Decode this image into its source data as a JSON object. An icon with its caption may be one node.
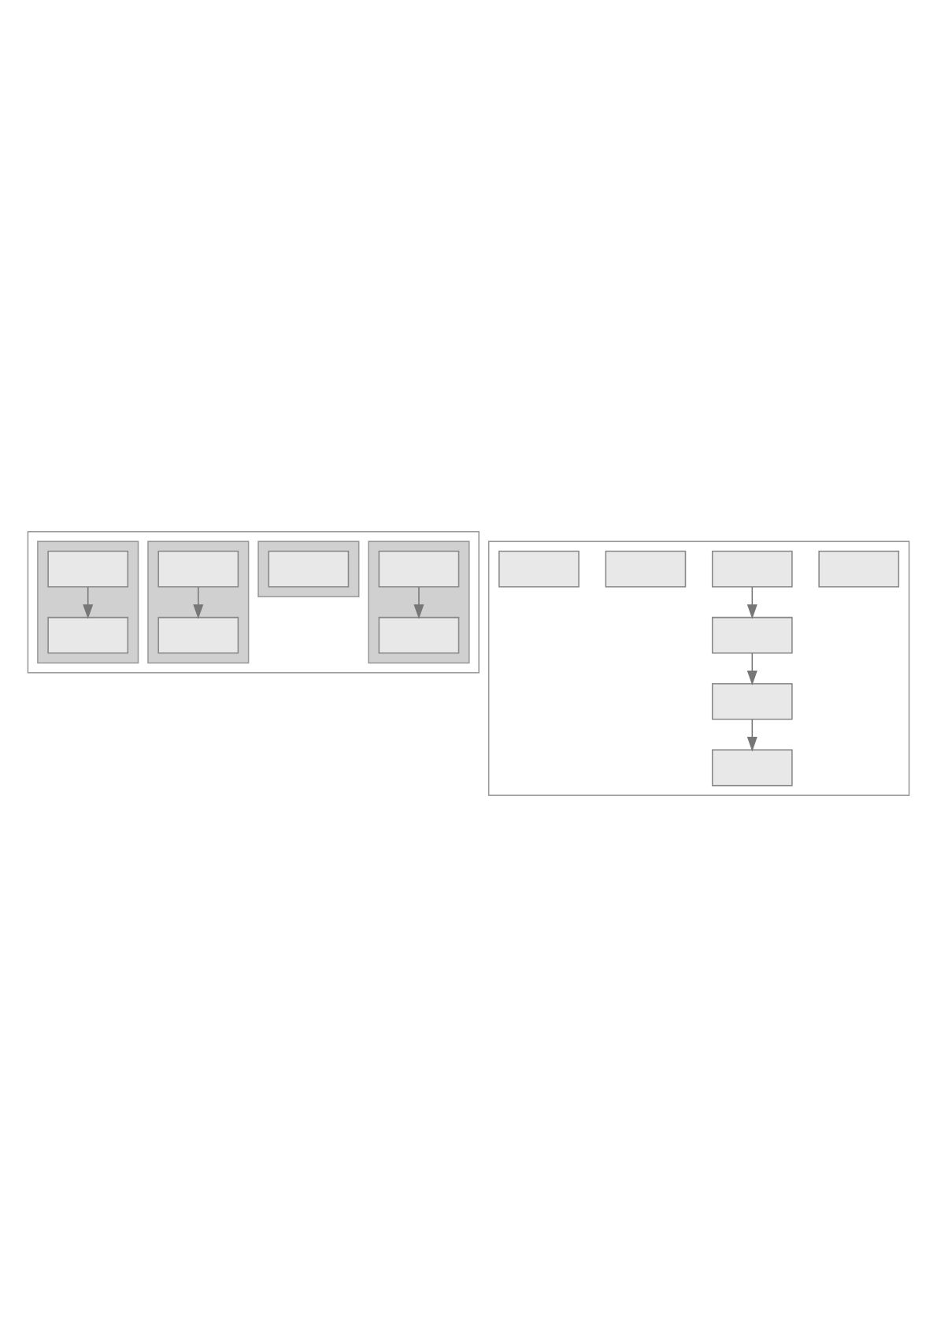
{
  "diagram": {
    "nodes": [
      {
        "text": [],
        "shape": "box"
      },
      {
        "text": [],
        "shape": "bar",
        "in": 0
      },
      {
        "text": [],
        "shape": "bar",
        "in": 0
      },
      {
        "text": [],
        "shape": "bar",
        "in": 0
      },
      {
        "text": [],
        "shape": "bar",
        "in": 0
      },
      {
        "text": [],
        "shape": "box",
        "in": 1
      },
      {
        "text": [],
        "shape": "box",
        "in": 1
      },
      {
        "text": [],
        "shape": "box",
        "in": 2
      },
      {
        "text": [],
        "shape": "box",
        "in": 3
      },
      {
        "text": [],
        "shape": "box",
        "in": 3
      },
      {
        "text": [],
        "shape": "box",
        "in": 4
      },
      {
        "text": [],
        "shape": "box",
        "in": 4
      },
      {
        "text": [],
        "shape": "box"
      },
      {
        "text": [],
        "shape": "box",
        "in": 12
      },
      {
        "text": [],
        "shape": "box",
        "in": 12
      },
      {
        "text": [],
        "shape": "box",
        "in": 12
      },
      {
        "text": [],
        "shape": "box",
        "in": 12
      },
      {
        "text": [],
        "shape": "box",
        "in": 12
      },
      {
        "text": [],
        "shape": "box",
        "in": 12
      },
      {
        "text": [],
        "shape": "box",
        "in": 12
      }
    ],
    "edges": [
      {
        "from": 5,
        "to": 6,
        "arrow": "to"
      },
      {
        "from": 8,
        "to": 9,
        "arrow": "to"
      },
      {
        "from": 10,
        "to": 11,
        "arrow": "to"
      },
      {
        "from": 14,
        "to": 15,
        "arrow": "to"
      },
      {
        "from": 15,
        "to": 16,
        "arrow": "to"
      },
      {
        "from": 16,
        "to": 17,
        "arrow": "to"
      }
    ]
  }
}
